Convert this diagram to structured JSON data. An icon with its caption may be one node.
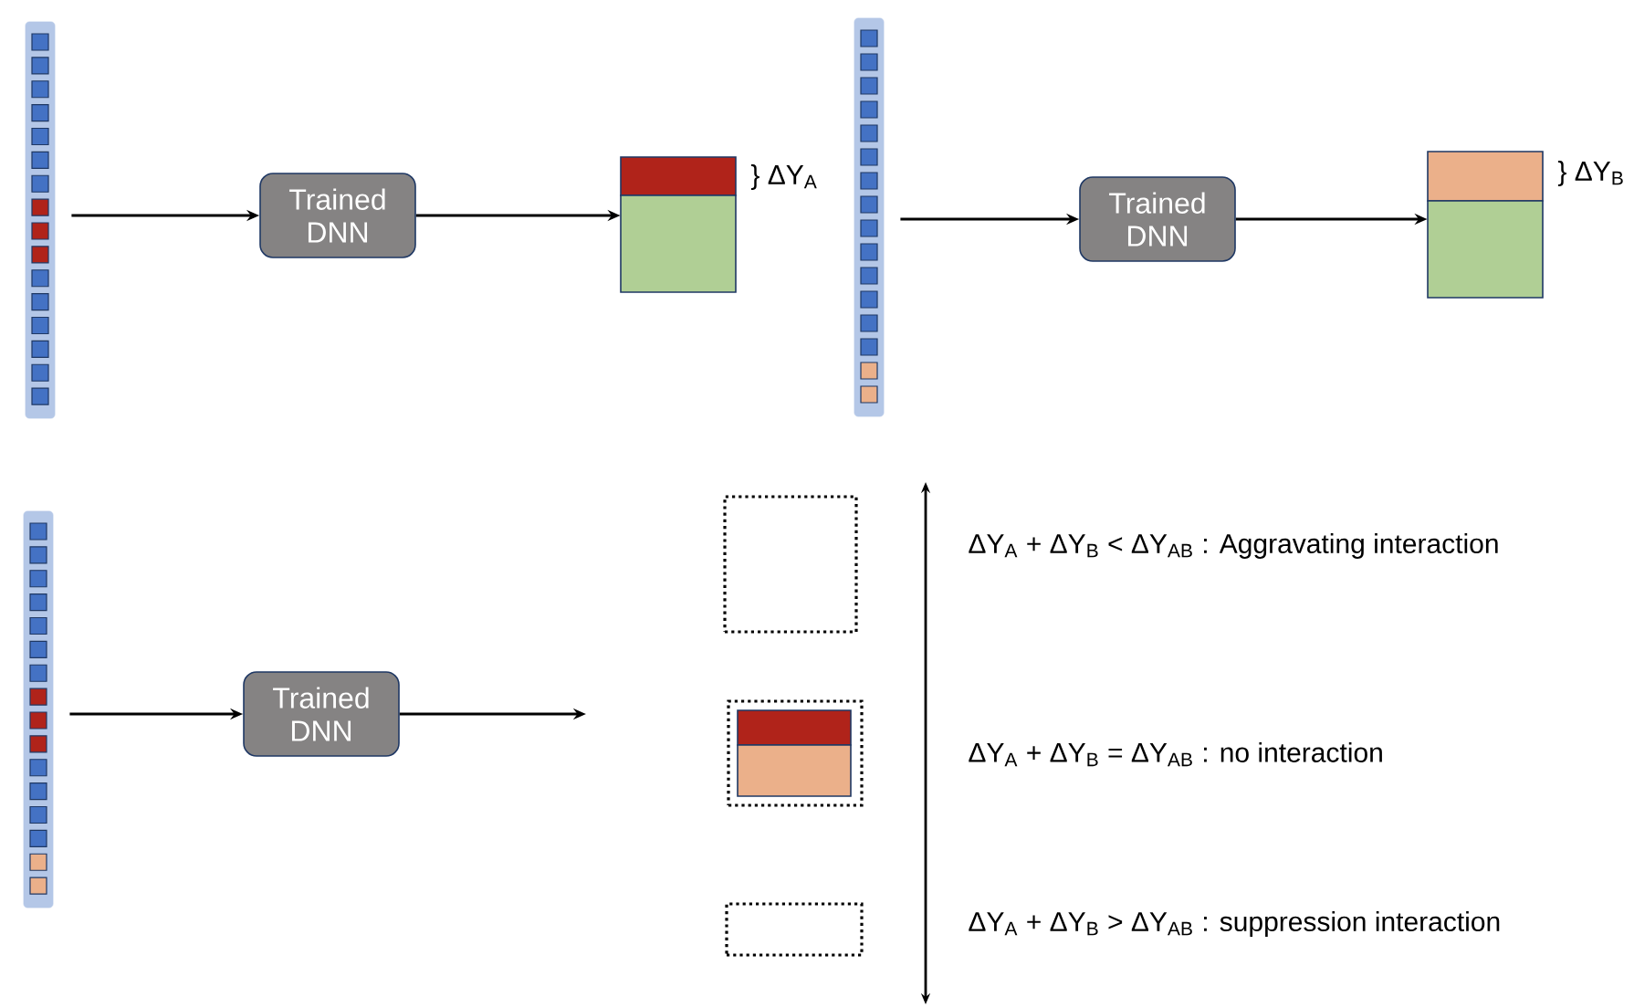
{
  "diagram": {
    "nodes": [
      {
        "text": [],
        "shape": "bar"
      },
      {
        "text": [
          "Trained DNN"
        ]
      },
      {
        "text": [],
        "shape": "box",
        "beside": [
          "} ΔY$_{A}$"
        ]
      },
      {
        "text": [],
        "shape": "bar"
      },
      {
        "text": [
          "Trained DNN"
        ]
      },
      {
        "text": [],
        "shape": "box",
        "beside": [
          "} ΔY$_{B}$"
        ]
      },
      {
        "text": [],
        "shape": "bar"
      },
      {
        "text": [
          "Trained DNN"
        ]
      },
      {
        "text": [],
        "shape": "box"
      },
      {
        "text": [],
        "shape": "box"
      },
      {
        "text": [],
        "shape": "box"
      }
    ],
    "edges": [
      {
        "from": 0,
        "to": 1,
        "arrow": "to"
      },
      {
        "from": 1,
        "to": 2,
        "arrow": "to"
      },
      {
        "from": 3,
        "to": 4,
        "arrow": "to"
      },
      {
        "from": 4,
        "to": 5,
        "arrow": "to"
      },
      {
        "from": 6,
        "to": 7,
        "arrow": "to"
      },
      {
        "from": 7,
        "to": null,
        "arrow": "to"
      }
    ],
    "labels": [
      "ΔY$_{A}$ + ΔY$_{B}$ < ΔY$_{AB}$ : Aggravating interaction",
      "ΔY$_{A}$ + ΔY$_{B}$ = ΔY$_{AB}$ : no interaction",
      "ΔY$_{A}$ + ΔY$_{B}$ > ΔY$_{AB}$ : suppression interaction"
    ]
  }
}
